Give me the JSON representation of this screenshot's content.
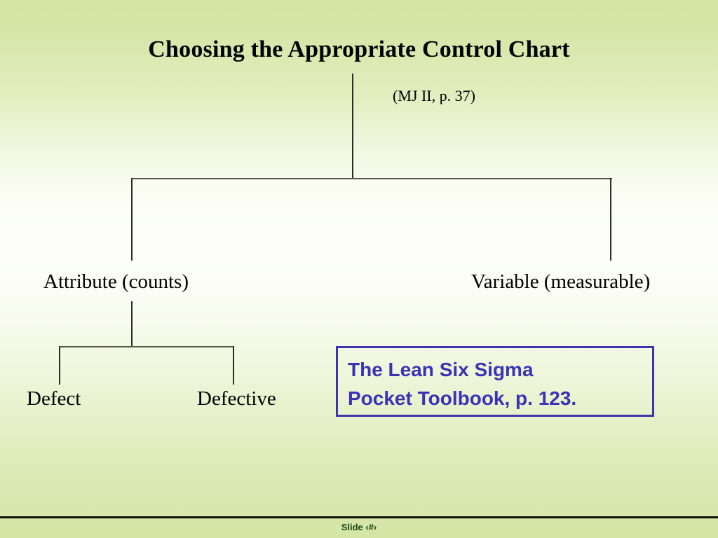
{
  "slide": {
    "title": "Choosing the Appropriate Control Chart",
    "subtitle": "(MJ II, p. 37)",
    "background_top_color": "#d4e5a5",
    "background_mid_color": "#fdfefa",
    "background_bottom_color": "#d4e5a5"
  },
  "diagram": {
    "nodes": {
      "attribute": "Attribute (counts)",
      "variable": "Variable (measurable)",
      "defect": "Defect",
      "defective": "Defective"
    },
    "line_color": "#2b2b28"
  },
  "callout": {
    "text": "The Lean Six Sigma\nPocket Toolbook, p. 123.",
    "line1": "The Lean Six Sigma",
    "line2": "Pocket Toolbook, p. 123.",
    "text_color": "#3a33b5",
    "border_color": "#3b36ad"
  },
  "footer": {
    "slide_number": "Slide ‹#›",
    "text_color": "#1d4a1d"
  }
}
